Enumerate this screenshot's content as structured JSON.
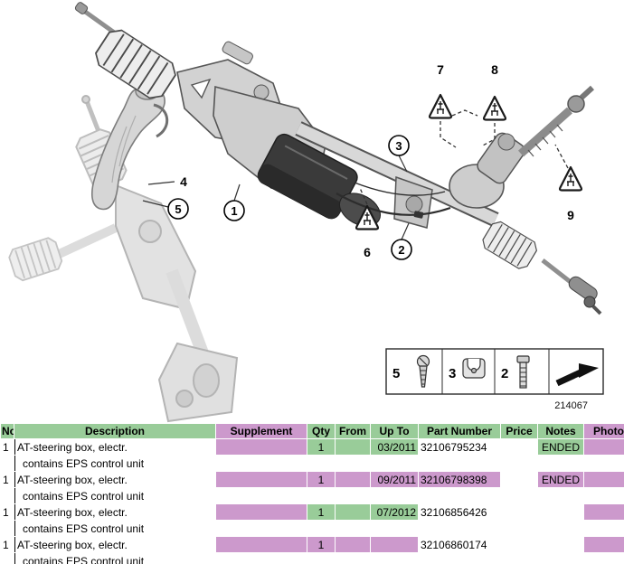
{
  "diagram": {
    "callouts": {
      "c1": "1",
      "c2": "2",
      "c3": "3",
      "c4": "4",
      "c5": "5",
      "c6": "6",
      "c7": "7",
      "c8": "8",
      "c9": "9"
    },
    "legend": {
      "item5": "5",
      "item3": "3",
      "item2": "2"
    },
    "drawing_number": "214067"
  },
  "table": {
    "headers": {
      "no": "No.",
      "description": "Description",
      "supplement": "Supplement",
      "qty": "Qty",
      "from": "From",
      "up_to": "Up To",
      "part_number": "Part Number",
      "price": "Price",
      "notes": "Notes",
      "photo": "Photo"
    },
    "rows": [
      {
        "no": "1",
        "description": "AT-steering box, electr.",
        "description2": "contains EPS control unit",
        "supplement": "",
        "qty": "1",
        "from": "",
        "up_to": "03/2011",
        "part_number": "32106795234",
        "price": "",
        "notes": "ENDED",
        "photo": ""
      },
      {
        "no": "1",
        "description": "AT-steering box, electr.",
        "description2": "contains EPS control unit",
        "supplement": "",
        "qty": "1",
        "from": "",
        "up_to": "09/2011",
        "part_number": "32106798398",
        "price": "",
        "notes": "ENDED",
        "photo": ""
      },
      {
        "no": "1",
        "description": "AT-steering box, electr.",
        "description2": "contains EPS control unit",
        "supplement": "",
        "qty": "1",
        "from": "",
        "up_to": "07/2012",
        "part_number": "32106856426",
        "price": "",
        "notes": "",
        "photo": ""
      },
      {
        "no": "1",
        "description": "AT-steering box, electr.",
        "description2": "contains EPS control unit",
        "supplement": "",
        "qty": "1",
        "from": "",
        "up_to": "",
        "part_number": "32106860174",
        "price": "",
        "notes": "",
        "photo": ""
      }
    ]
  },
  "colors": {
    "header_green": "#99cc99",
    "cell_green": "#99cc99",
    "cell_plum": "#cc99cc",
    "ended_text": "#000000"
  }
}
